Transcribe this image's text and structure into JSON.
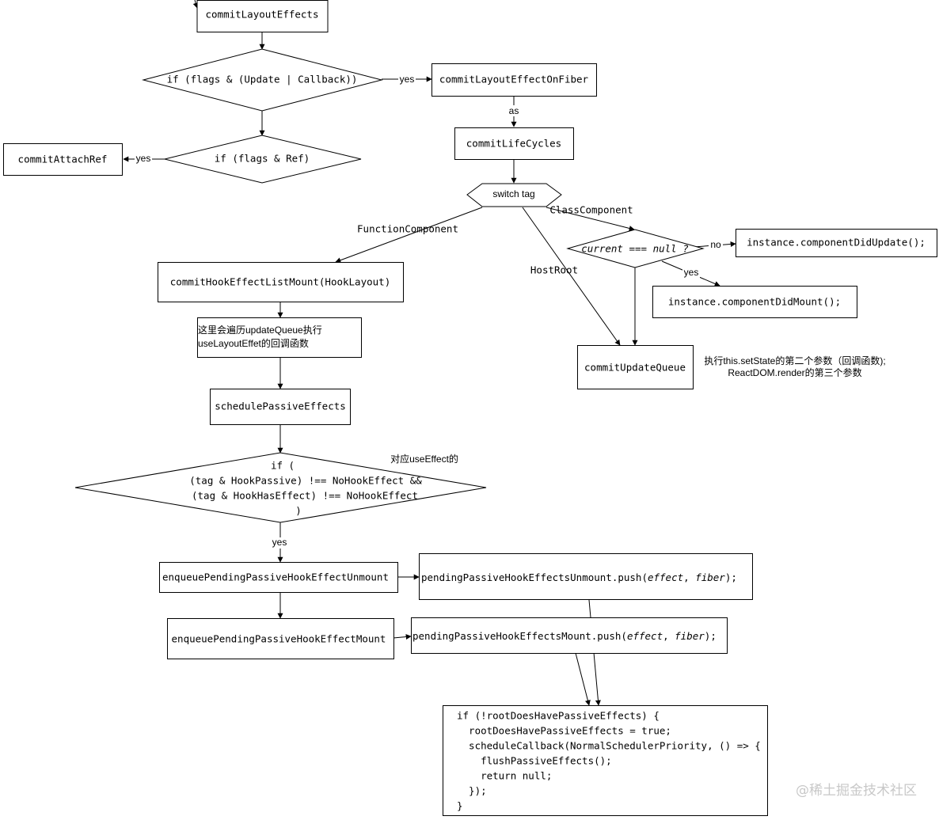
{
  "nodes": {
    "commit_layout_effects": "commitLayoutEffects",
    "if_flags_update_callback": "if (flags & (Update | Callback))",
    "commit_layout_effect_on_fiber": "commitLayoutEffectOnFiber",
    "commit_attach_ref": "commitAttachRef",
    "if_flags_ref": "if (flags & Ref)",
    "commit_life_cycles": "commitLifeCycles",
    "switch_tag": "switch tag",
    "commit_hook_effect_list_mount": "commitHookEffectListMount(HookLayout)",
    "current_null_check": "current === null ?",
    "instance_component_did_update": "instance.componentDidUpdate();",
    "instance_component_did_mount": "instance.componentDidMount();",
    "commit_update_queue": "commitUpdateQueue",
    "update_queue_note_line1": "这里会遍历updateQueue执行",
    "update_queue_note_line2": "useLayoutEffet的回调函数",
    "schedule_passive_effects": "schedulePassiveEffects",
    "if_passive_line1": "if (",
    "if_passive_line2": "(tag & HookPassive) !== NoHookEffect &&",
    "if_passive_line3": "(tag & HookHasEffect) !== NoHookEffect",
    "if_passive_line4": ")",
    "enqueue_unmount": "enqueuePendingPassiveHookEffectUnmount",
    "enqueue_mount": "enqueuePendingPassiveHookEffectMount",
    "push_unmount_prefix": "pendingPassiveHookEffectsUnmount.push(",
    "push_mount_prefix": "pendingPassiveHookEffectsMount.push(",
    "push_args_effect": "effect",
    "push_args_sep": ", ",
    "push_args_fiber": "fiber",
    "push_suffix": ");"
  },
  "edge_labels": {
    "yes_update": "yes",
    "yes_ref": "yes",
    "as": "as",
    "function_component": "FunctionComponent",
    "class_component": "ClassComponent",
    "host_root": "HostRoot",
    "no": "no",
    "yes_mount": "yes",
    "yes_passive": "yes"
  },
  "annotations": {
    "set_state_line1": "执行this.setState的第二个参数（回调函数);",
    "set_state_line2": "ReactDOM.render的第三个参数",
    "use_effect_note": "对应useEffect的"
  },
  "code_block": {
    "lines": [
      {
        "text": "if (!rootDoesHavePassiveEffects) {",
        "highlight": false
      },
      {
        "text": "  rootDoesHavePassiveEffects = true;",
        "highlight": true
      },
      {
        "text": "  scheduleCallback(NormalSchedulerPriority, () => {",
        "highlight": false
      },
      {
        "text": "    flushPassiveEffects();",
        "highlight": false
      },
      {
        "text": "    return null;",
        "highlight": false
      },
      {
        "text": "  });",
        "highlight": false
      },
      {
        "text": "}",
        "highlight": false
      }
    ],
    "highlight_color": "#e0474c"
  },
  "watermark": "@稀土掘金技术社区"
}
